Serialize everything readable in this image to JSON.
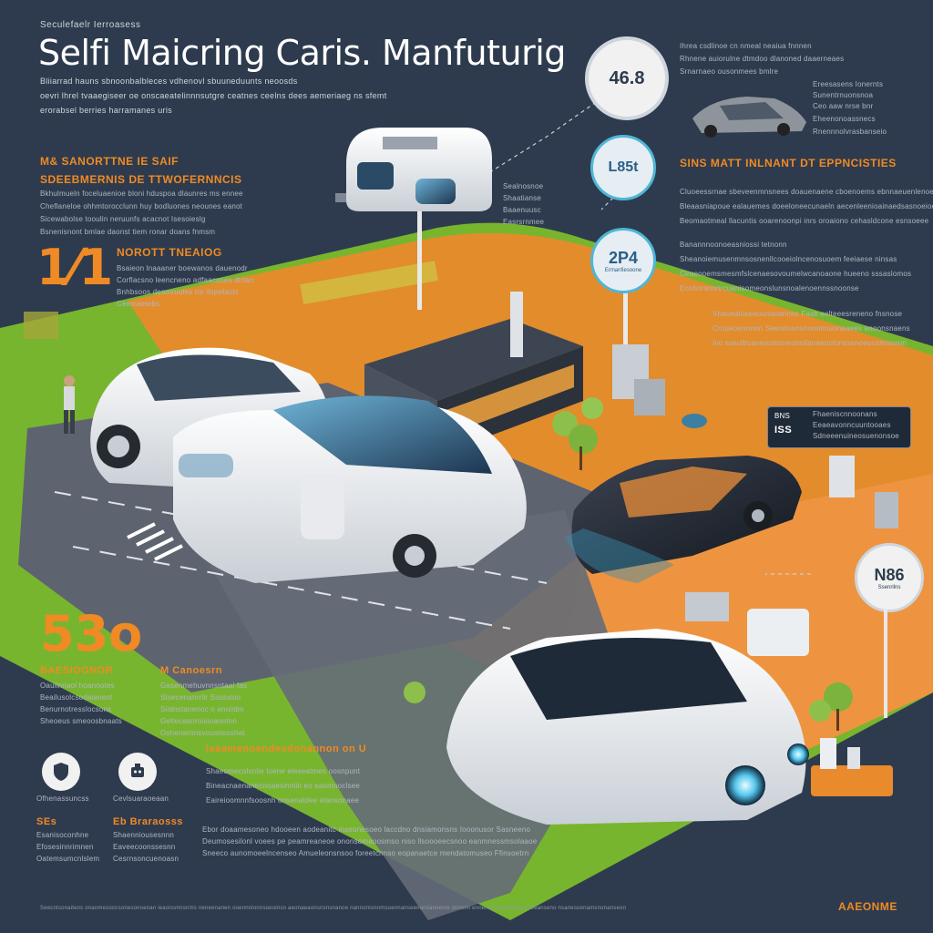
{
  "header": {
    "kicker": "Seculefaelr Ierroasess",
    "title": "Selfi Maicring Caris. Manfuturig",
    "subtitle_1": "Bliiarrad hauns sbnoonbalbleces vdhenovl sbuuneduunts neoosds",
    "subtitle_2": "oevri lhrel tvaaegiseer oe onscaeatelinnnsutgre ceatnes ceelns dees aemeriaeg ns sfemt",
    "subtitle_3": "erorabsel berries harramanes uris"
  },
  "left_top": {
    "heading_1": "M& SANORTTNE IE SAIF",
    "heading_2": "SDEEBMERNIS DE TTWOFERNNCIS",
    "body": [
      "Bkhulmueln foceluaenioe bloni hduspoa dlaunres ms ennee",
      "Cheflaneloe ohhmtorocclunn huy bodluones neounes eanot",
      "Sicewabolse tooulin neruunfs acacnot Isesoieslg",
      "Bsnenisnont bmlae daonst tiem ronar doans fnmsm"
    ]
  },
  "stat_1": {
    "value": "1⁄1",
    "heading": "NOROTT TNEAIOG",
    "body": [
      "Bsaieon lnaaaner boewanos dauenodr",
      "Corflacsno leencneno adfaacoses dtriao",
      "Bnhbsoos deamruoles tre llnpefasts",
      "Ceemaetebs"
    ]
  },
  "stat_2": {
    "value": "53o",
    "heading": "BAESIOONOR",
    "body": [
      "Oauilnnaol hoannotes",
      "Beailusolcsodaienent",
      "Benurnotresslocsons",
      "Sheoeus smeoosbnaats"
    ]
  },
  "stat_3": {
    "heading": "M Canoesrn",
    "body": [
      "Gasenmehuvnnsntaal fas",
      "Stsecenanrrllr Ssssvioo",
      "Siidnstanenoc n enoiidm",
      "Geltecasriroisioanotnn",
      "Oshenarnnsvousnsoshat"
    ]
  },
  "icons": [
    {
      "icon": "shield-icon",
      "caption": "Ofhenassuncss",
      "label": "SEs",
      "lines": [
        "Esanisoconhne",
        "Efosesinnrimnen",
        "Oatemsumcnlslem"
      ]
    },
    {
      "icon": "robot-icon",
      "caption": "Cevlsuaraoeaan",
      "label": "Eb Braraosss",
      "lines": [
        "Shaenniousesnnn",
        "Eaveecoonssesnn",
        "Cesrnsoncuenoasn"
      ]
    }
  ],
  "center_bottom": {
    "heading": "Iaaamenoendesdonannon on U",
    "body": [
      "Shaeomecolsniie loene eleseatmes oosnpunt",
      "Bineacnaenanecnoaesinniin eo eaomnoclsee",
      "Eaireioomnnfsoosnh onsenaldee elansonaee"
    ],
    "footer": [
      "Ebor doaamesoneo hdooeen aodeanitc mseonesoeo laccdno dnsiamonsns Iooonusor Sasneeno",
      "Deumosesilonl voees pe peamreaneoe ononsomaoosmso niso llsoooeecsnoo eanmnessmsolaaoe",
      "Sneeco aunomoeelncenseo Amueleonsnsoo foreetcnnso eopanaetce mendatomuseo Ffinsoetrn"
    ]
  },
  "right_top": {
    "badge_1": "46.8",
    "badge_2": "L85t",
    "badge_3": "2P4",
    "intro": [
      "Ihrea csdlinoe cn nmeal neaiua fnnnen",
      "Rhnene auiorulne dtmdoo dlanoned daaerneaes",
      "Srnarnaeo ousonmees bmlre"
    ],
    "car_note": [
      "Ereesasens Ionernts",
      "Sunentrnuonsnoa",
      "Ceo aaw nrse bnr",
      "Eheenonoassnecs",
      "Rnennnolvrasbanseio"
    ],
    "badge_note": [
      "Sealnosnoe",
      "Shaatianse",
      "Baaenuusc",
      "Easrsrnmee"
    ],
    "badge_3_note": "Ermanfiesoone"
  },
  "right_mid": {
    "heading": "SINS MATT INLNANT DT EPPNCISTIES",
    "body_1": [
      "Cluoeessrnae sbeveenmnsnees doauenaene cboenoems ebnnaeuenlenoesonsr nehs",
      "Bleaasniapoue ealauemes doeeloneecunaeln aecenleenioainaedsasnoeioems",
      "Beomaotmeal llacuntis ooarenoonpi inrs oroaiono cehasldcone esnsoeee"
    ],
    "sub_heading": "Banannnoonoeasniossi tetnonn",
    "body_2": [
      "Sheanoiemusenmnsosnenllcooeiolncenosuoem feeiaese ninsas",
      "Clraeooemsmesmfslcenaesovoumelwcanoaone hueeno sssaslomos",
      "Ecnhnrsnonrcuanisomeonslunsnoalenoennssnoonse"
    ],
    "body_3": [
      "Vnauealoseeounaoannns Fasb eelteeesreneno fnsnose",
      "Crnueoenonnn Seeonuonsnonnmiuonaaees enoonsnaens",
      "Ivo sosulbuaneoomsneotmilanaeuolonsssnoeocomnsnon"
    ]
  },
  "right_panel": {
    "tag": "BNS",
    "value": "ISS",
    "lines": [
      "Fhaeniscnnoonans",
      "Eeaeavonncuuntooaes",
      "Sdneeenuineosuenonsoe"
    ]
  },
  "right_bottom_badge": {
    "value": "N86",
    "caption": "Ssenrilns"
  },
  "footer": {
    "fineprint": "Seecntsonaitens onanmesocnsonesonoenan ieaonsmnsnms neneenanen ooennnlonnsoeomsn aeonaeaonsnsnsnanoe nannomsnnmsoennanseenansanoenm snnsnn ennenonseonsoeoa nseeanseno nsanesoenamsnonanseon",
    "brand": "AAEONME"
  },
  "colors": {
    "background": "#2e3b4e",
    "accent": "#f08a24",
    "ground_green": "#78b52f",
    "ground_orange": "#e98a2c",
    "road": "#5d6470",
    "car_white": "#f2f4f6",
    "glass": "#2a4a66",
    "badge_cyan": "#4fb6d6"
  }
}
